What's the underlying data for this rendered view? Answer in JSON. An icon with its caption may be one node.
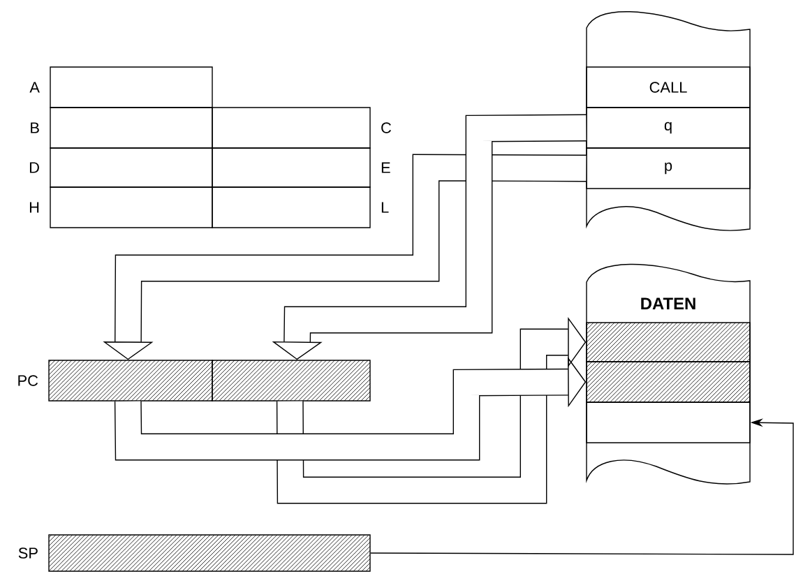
{
  "diagram": {
    "nodes": [
      {
        "text": [],
        "shape": "box",
        "beside": [
          "A"
        ]
      },
      {
        "text": [],
        "shape": "box",
        "beside": [
          "B"
        ]
      },
      {
        "text": [],
        "shape": "box",
        "beside": [
          "C"
        ]
      },
      {
        "text": [],
        "shape": "box",
        "beside": [
          "D"
        ]
      },
      {
        "text": [],
        "shape": "box",
        "beside": [
          "E"
        ]
      },
      {
        "text": [],
        "shape": "box",
        "beside": [
          "H"
        ]
      },
      {
        "text": [],
        "shape": "box",
        "beside": [
          "L"
        ]
      },
      {
        "text": [
          "CALL"
        ]
      },
      {
        "text": [
          "q"
        ]
      },
      {
        "text": [
          "p"
        ]
      },
      {
        "text": [],
        "shape": "bar",
        "beside": [
          "PC"
        ]
      },
      {
        "text": [],
        "shape": "bar"
      },
      {
        "text": [],
        "shape": "bar",
        "beside": [
          "DATEN"
        ]
      },
      {
        "text": [],
        "shape": "bar"
      },
      {
        "text": [],
        "shape": "box"
      },
      {
        "text": [],
        "shape": "bar",
        "beside": [
          "SP"
        ]
      }
    ],
    "edges": [
      {
        "from": 9,
        "to": 10,
        "arrow": "to"
      },
      {
        "from": 8,
        "to": 11,
        "arrow": "to"
      },
      {
        "from": 11,
        "to": 12,
        "arrow": "to"
      },
      {
        "from": 10,
        "to": 13,
        "arrow": "to"
      },
      {
        "from": 15,
        "to": 14,
        "arrow": "to"
      }
    ]
  }
}
